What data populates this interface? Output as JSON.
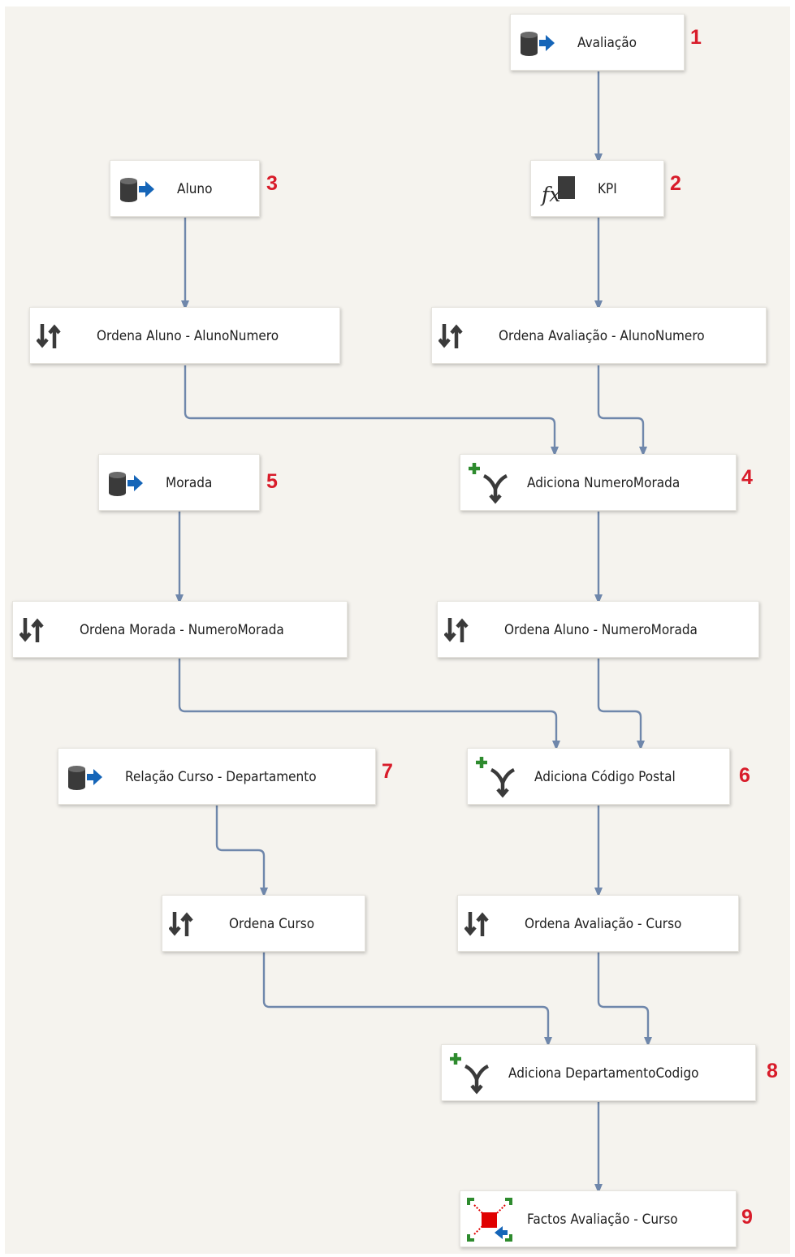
{
  "components": {
    "avaliacao": {
      "label": "Avaliação",
      "step": "1",
      "icon": "source-icon"
    },
    "kpi": {
      "label": "KPI",
      "step": "2",
      "icon": "derived-column-icon"
    },
    "aluno": {
      "label": "Aluno",
      "step": "3",
      "icon": "source-icon"
    },
    "ordena_aluno_alunonumero": {
      "label": "Ordena Aluno - AlunoNumero",
      "icon": "sort-icon"
    },
    "ordena_avaliacao_alunonumero": {
      "label": "Ordena Avaliação - AlunoNumero",
      "icon": "sort-icon"
    },
    "morada": {
      "label": "Morada",
      "step": "5",
      "icon": "source-icon"
    },
    "adiciona_numeromorada": {
      "label": "Adiciona NumeroMorada",
      "step": "4",
      "icon": "merge-join-icon"
    },
    "ordena_morada_numeromorada": {
      "label": "Ordena Morada - NumeroMorada",
      "icon": "sort-icon"
    },
    "ordena_aluno_numeromorada": {
      "label": "Ordena Aluno - NumeroMorada",
      "icon": "sort-icon"
    },
    "relacao_curso_departamento": {
      "label": "Relação Curso - Departamento",
      "step": "7",
      "icon": "source-icon"
    },
    "adiciona_codigo_postal": {
      "label": "Adiciona Código Postal",
      "step": "6",
      "icon": "merge-join-icon"
    },
    "ordena_curso": {
      "label": "Ordena Curso",
      "icon": "sort-icon"
    },
    "ordena_avaliacao_curso": {
      "label": "Ordena Avaliação - Curso",
      "icon": "sort-icon"
    },
    "adiciona_departamentocodigo": {
      "label": "Adiciona DepartamentoCodigo",
      "step": "8",
      "icon": "merge-join-icon"
    },
    "factos_avaliacao_curso": {
      "label": "Factos Avaliação - Curso",
      "step": "9",
      "icon": "destination-icon"
    }
  },
  "colors": {
    "canvas": "#f5f3ee",
    "connector": "#6f87ab",
    "step_number": "#d81c2a",
    "icon_dark": "#3a3a3a",
    "icon_blue": "#1565b8",
    "icon_green": "#2e8b2e",
    "icon_red": "#e00000"
  }
}
